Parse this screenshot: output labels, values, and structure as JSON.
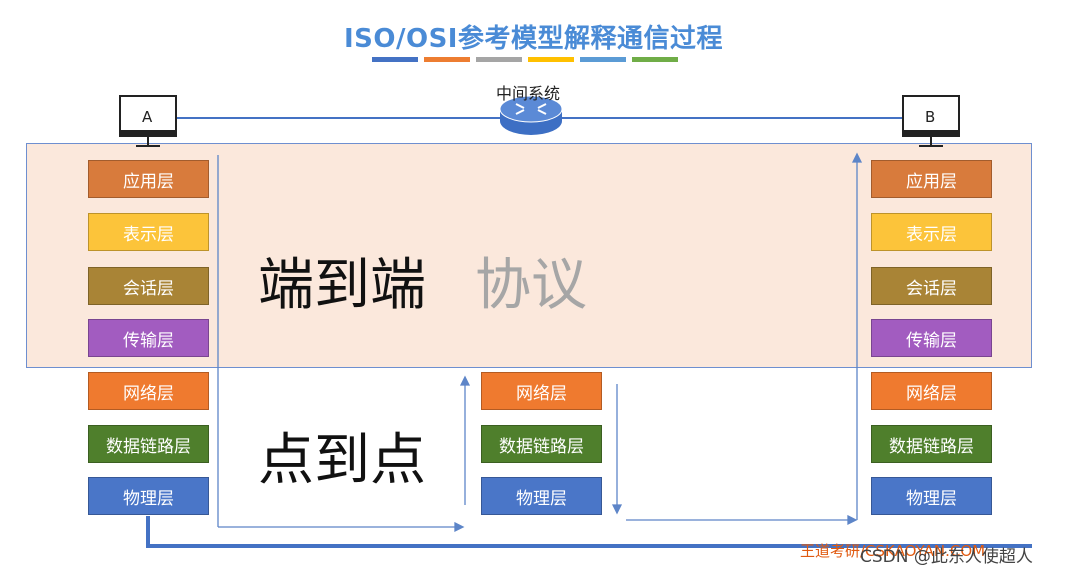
{
  "title": "ISO/OSI参考模型解释通信过程",
  "title_bar_colors": [
    "#4472c4",
    "#ed7d31",
    "#a5a5a5",
    "#ffc000",
    "#5b9bd5",
    "#70ad47"
  ],
  "host_a": {
    "label": "A"
  },
  "host_b": {
    "label": "B"
  },
  "router": {
    "label": "中间系统"
  },
  "layers": {
    "application": {
      "label": "应用层",
      "color": "#d87b3c"
    },
    "presentation": {
      "label": "表示层",
      "color": "#fcc43a"
    },
    "session": {
      "label": "会话层",
      "color": "#a98436"
    },
    "transport": {
      "label": "传输层",
      "color": "#a25cc0"
    },
    "network": {
      "label": "网络层",
      "color": "#ef7a2f"
    },
    "datalink": {
      "label": "数据链路层",
      "color": "#4f7f2c"
    },
    "physical": {
      "label": "物理层",
      "color": "#4a76c8"
    }
  },
  "labels": {
    "end_to_end": "端到端",
    "protocol": "协议",
    "point_to_point": "点到点"
  },
  "footer": {
    "watermark_text": "王道考研/CSKAOYAN.COM",
    "csdn_text": "CSDN @此东人使超人"
  }
}
